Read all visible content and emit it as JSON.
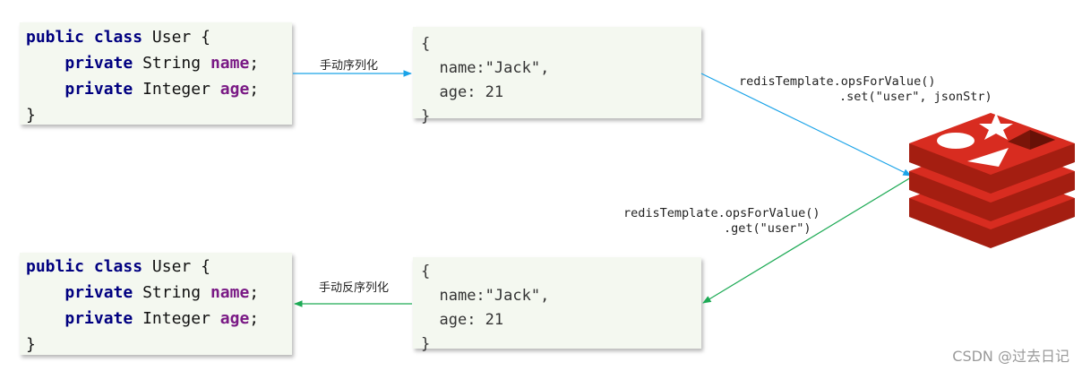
{
  "java_class_top": {
    "line1": {
      "kw1": "public",
      "kw2": "class",
      "name": "User {"
    },
    "line2": {
      "kw": "private",
      "type": "String",
      "field": "name",
      "end": ";"
    },
    "line3": {
      "kw": "private",
      "type": "Integer",
      "field": "age",
      "end": ";"
    },
    "line4": "}"
  },
  "java_class_bottom": {
    "line1": {
      "kw1": "public",
      "kw2": "class",
      "name": "User {"
    },
    "line2": {
      "kw": "private",
      "type": "String",
      "field": "name",
      "end": ";"
    },
    "line3": {
      "kw": "private",
      "type": "Integer",
      "field": "age",
      "end": ";"
    },
    "line4": "}"
  },
  "json_top": {
    "open": "{",
    "name_line": "name:\"Jack\",",
    "age_line": "age: 21",
    "close": "}"
  },
  "json_bottom": {
    "open": "{",
    "name_line": "name:\"Jack\",",
    "age_line": "age: 21",
    "close": "}"
  },
  "labels": {
    "serialize": "手动序列化",
    "deserialize": "手动反序列化",
    "set_cmd_line1": "redisTemplate.opsForValue()",
    "set_cmd_line2": ".set(\"user\", jsonStr)",
    "get_cmd_line1": "redisTemplate.opsForValue()",
    "get_cmd_line2": ".get(\"user\")"
  },
  "watermark": "CSDN @过去日记",
  "colors": {
    "box_bg": "#f4f8f0",
    "serialize_arrow": "#1aa3e8",
    "deserialize_arrow": "#1daa55",
    "redis_red": "#d82c20",
    "redis_dark": "#a41e11"
  },
  "icons": {
    "redis_logo": "redis-logo-icon"
  }
}
